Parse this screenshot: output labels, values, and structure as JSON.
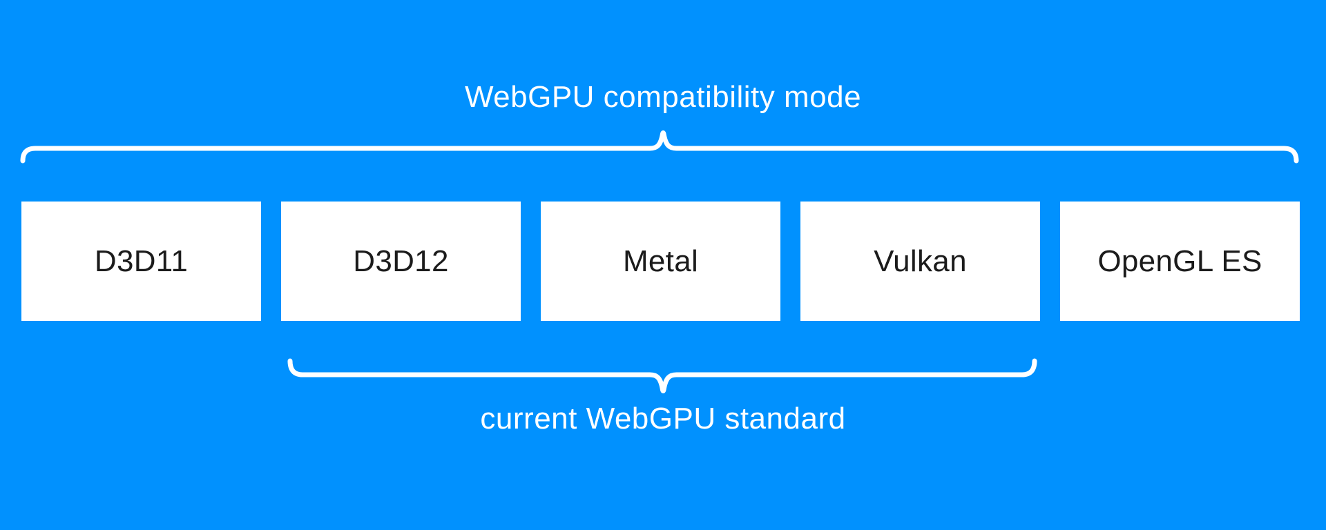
{
  "diagram": {
    "title": "WebGPU compatibility mode",
    "subtitle": "current WebGPU standard",
    "backends": [
      {
        "label": "D3D11"
      },
      {
        "label": "D3D12"
      },
      {
        "label": "Metal"
      },
      {
        "label": "Vulkan"
      },
      {
        "label": "OpenGL ES"
      }
    ],
    "braces": {
      "top_brace_covers": [
        "D3D11",
        "D3D12",
        "Metal",
        "Vulkan",
        "OpenGL ES"
      ],
      "bottom_brace_covers": [
        "D3D12",
        "Metal",
        "Vulkan"
      ]
    },
    "colors": {
      "background": "#0191fe",
      "box_background": "#ffffff",
      "box_text": "#1b1b1b",
      "label_text": "#ffffff",
      "brace_stroke": "#ffffff"
    }
  }
}
